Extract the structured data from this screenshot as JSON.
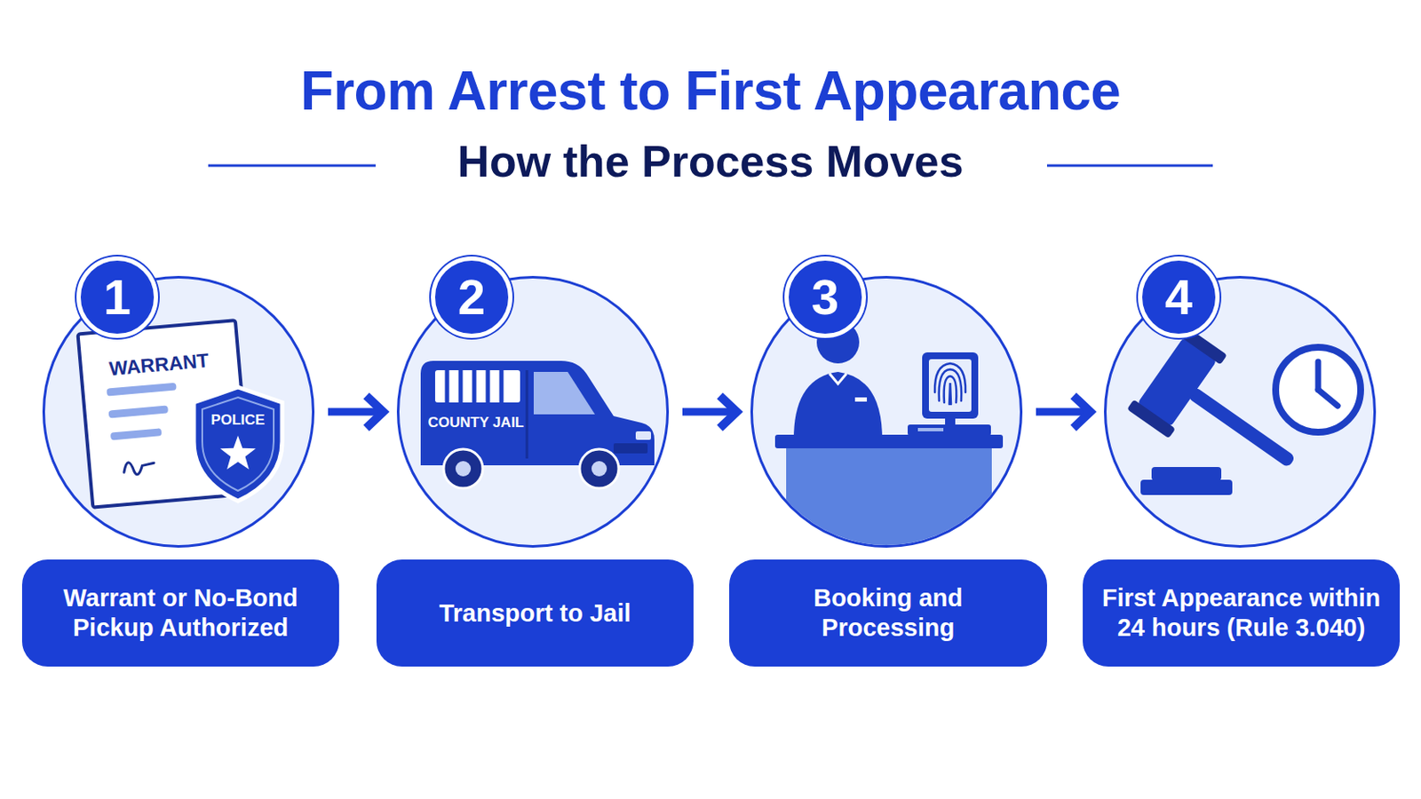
{
  "diagram": {
    "title": "From Arrest to First Appearance",
    "nodes": [
      {
        "text": [
          "1"
        ]
      },
      {
        "text": [
          "Warrant or No-Bond Pickup Authorized"
        ]
      },
      {
        "text": [
          "2"
        ]
      },
      {
        "text": [
          "Transport to Jail"
        ]
      },
      {
        "text": [
          "3"
        ]
      },
      {
        "text": [
          "Booking and Processing"
        ]
      },
      {
        "text": [
          "4"
        ]
      },
      {
        "text": [
          "First Appearance within 24 hours (Rule 3.040)"
        ]
      }
    ],
    "edges": [
      {
        "from": 0,
        "to": 2,
        "arrow": "to"
      },
      {
        "from": 2,
        "to": 4,
        "arrow": "to"
      },
      {
        "from": 4,
        "to": 6,
        "arrow": "to"
      }
    ],
    "labels": [
      "How the Process Moves",
      "WARRANT",
      "POLICE",
      "COUNTY JAIL"
    ]
  }
}
